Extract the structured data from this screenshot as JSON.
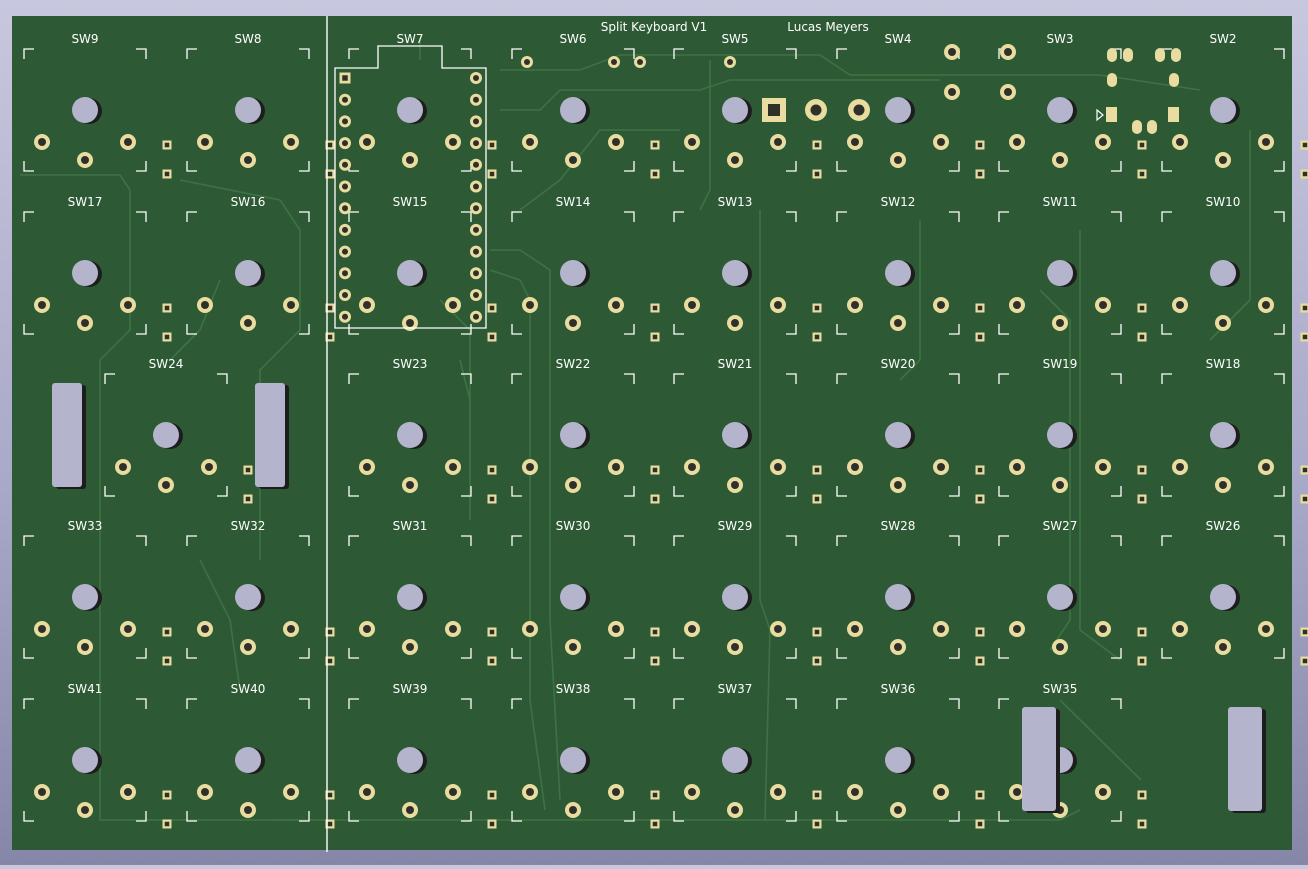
{
  "board": {
    "title": "Split Keyboard V1",
    "author": "Lucas Meyers",
    "colors": {
      "background_top": "#c7c7de",
      "background_bottom": "#8686a8",
      "pcb": "#2d5a34",
      "trace": "#3e7244",
      "silkscreen": "#ffffff",
      "copper_pad": "#e8dca0",
      "drill_hole": "#b4b4cc"
    }
  },
  "switches": [
    {
      "label": "SW9"
    },
    {
      "label": "SW8"
    },
    {
      "label": "SW7"
    },
    {
      "label": "SW6"
    },
    {
      "label": "SW5"
    },
    {
      "label": "SW4"
    },
    {
      "label": "SW3"
    },
    {
      "label": "SW2"
    },
    {
      "label": "SW17"
    },
    {
      "label": "SW16"
    },
    {
      "label": "SW15"
    },
    {
      "label": "SW14"
    },
    {
      "label": "SW13"
    },
    {
      "label": "SW12"
    },
    {
      "label": "SW11"
    },
    {
      "label": "SW10"
    },
    {
      "label": "SW24"
    },
    {
      "label": "SW23"
    },
    {
      "label": "SW22"
    },
    {
      "label": "SW21"
    },
    {
      "label": "SW20"
    },
    {
      "label": "SW19"
    },
    {
      "label": "SW18"
    },
    {
      "label": "SW33"
    },
    {
      "label": "SW32"
    },
    {
      "label": "SW31"
    },
    {
      "label": "SW30"
    },
    {
      "label": "SW29"
    },
    {
      "label": "SW28"
    },
    {
      "label": "SW27"
    },
    {
      "label": "SW26"
    },
    {
      "label": "SW41"
    },
    {
      "label": "SW40"
    },
    {
      "label": "SW39"
    },
    {
      "label": "SW38"
    },
    {
      "label": "SW37"
    },
    {
      "label": "SW36"
    },
    {
      "label": "SW35"
    }
  ]
}
